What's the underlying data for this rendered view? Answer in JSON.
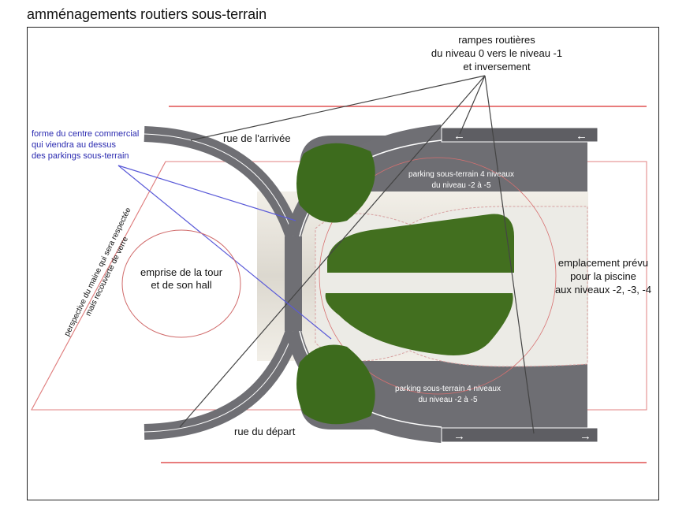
{
  "title": "amménagements routiers sous-terrain",
  "labels": {
    "ramps_line1": "rampes routières",
    "ramps_line2": "du niveau 0 vers le niveau -1",
    "ramps_line3": "et inversement",
    "arrival": "rue de l'arrivée",
    "departure": "rue du départ",
    "mall_line1": "forme du centre commercial",
    "mall_line2": "qui viendra au dessus",
    "mall_line3": "des parkings sous-terrain",
    "parking_top_line1": "parking sous-terrain 4 niveaux",
    "parking_top_line2": "du niveau -2 à -5",
    "parking_bottom_line1": "parking sous-terrain 4 niveaux",
    "parking_bottom_line2": "du niveau -2 à -5",
    "tower_line1": "emprise de la tour",
    "tower_line2": "et de son hall",
    "pool_line1": "emplacement prévu",
    "pool_line2": "pour la piscine",
    "pool_line3": "aux niveaux -2, -3, -4",
    "perspective_line1": "perspective du maine qui sera respectée",
    "perspective_line2": "mais recouverte de verre"
  },
  "arrows": {
    "left": "←",
    "right": "→"
  },
  "colors": {
    "road": "#6f6f74",
    "road_dark": "#5a5a5f",
    "cream": "#e9e6df",
    "green": "#3f6e1f",
    "red_line": "#e05050",
    "blue_text": "#2a2ab0",
    "blue_line": "#4a4ad0"
  }
}
